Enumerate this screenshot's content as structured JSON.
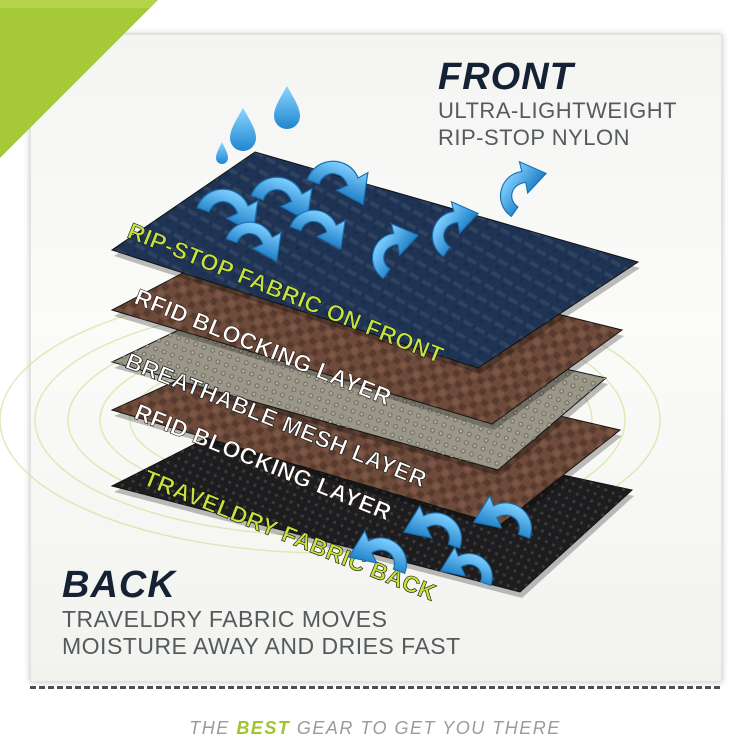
{
  "front": {
    "title": "FRONT",
    "line1": "ULTRA-LIGHTWEIGHT",
    "line2": "RIP-STOP NYLON"
  },
  "back": {
    "title": "BACK",
    "line1": "TRAVELDRY FABRIC MOVES",
    "line2": "MOISTURE AWAY AND DRIES FAST"
  },
  "layers": [
    {
      "label": "RIP-STOP FABRIC ON FRONT",
      "color": "#1f3454",
      "text_color": "#c6e23d"
    },
    {
      "label": "RFID BLOCKING LAYER",
      "color": "#6d4a3a",
      "text_color": "#ffffff"
    },
    {
      "label": "BREATHABLE MESH LAYER",
      "color": "#9a9688",
      "text_color": "#ffffff"
    },
    {
      "label": "RFID BLOCKING LAYER",
      "color": "#6d4a3a",
      "text_color": "#ffffff"
    },
    {
      "label": "TRAVELDRY FABRIC BACK",
      "color": "#1d1d1f",
      "text_color": "#c6e23d"
    }
  ],
  "tagline": {
    "pre": "THE ",
    "best": "BEST",
    "post": " GEAR TO GET YOU THERE"
  },
  "colors": {
    "accent": "#9ec531",
    "arrow": "#2f96dc",
    "drop": "#3aa3e2",
    "heading": "#152233"
  },
  "icons": [
    "water-drop-icon",
    "airflow-arrow-icon"
  ]
}
